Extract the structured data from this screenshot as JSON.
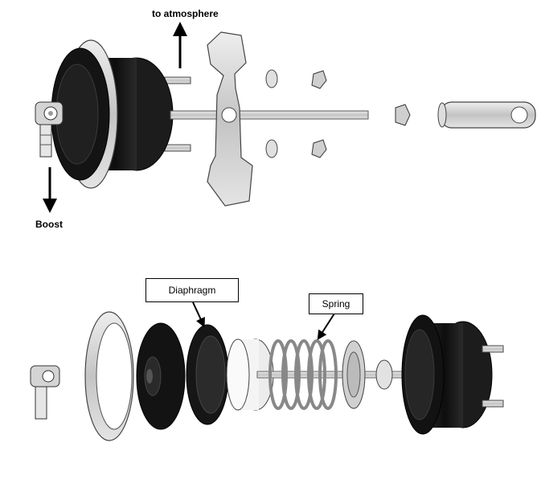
{
  "labels": {
    "to_atmosphere": "to atmosphere",
    "boost": "Boost",
    "diaphragm": "Diaphragm",
    "spring": "Spring"
  },
  "colors": {
    "black_rubber": "#1a1a1a",
    "light_metal": "#d6d6d6",
    "mid_metal": "#b8b8b8",
    "outline": "#333333"
  }
}
